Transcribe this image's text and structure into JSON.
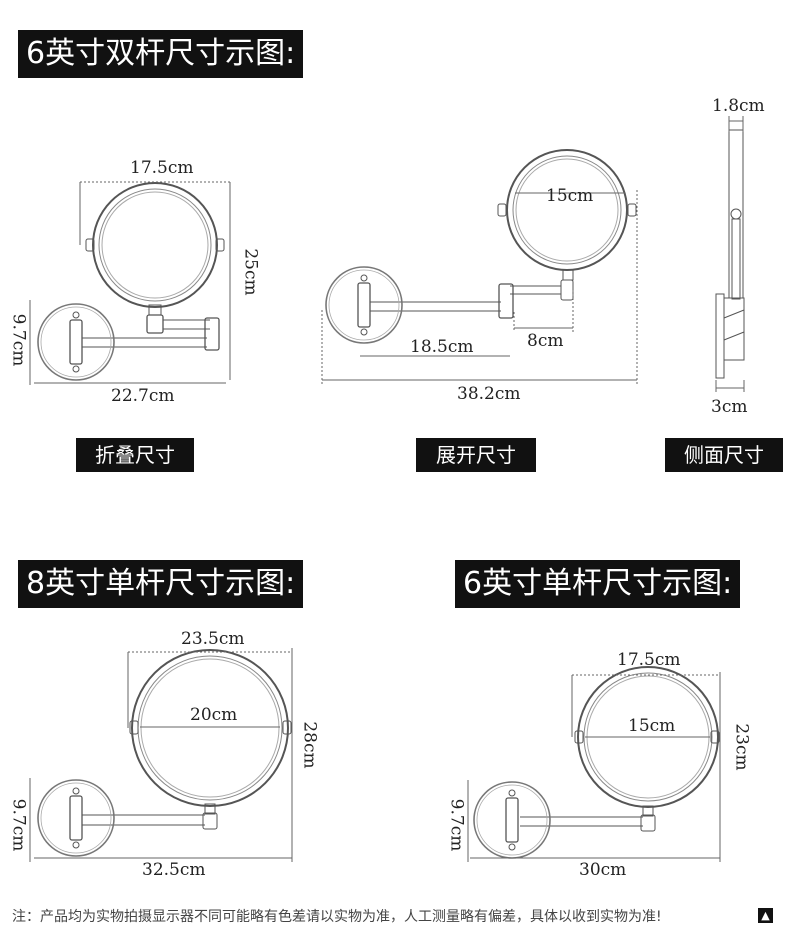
{
  "sections": {
    "six_double": {
      "title": "6英寸双杆尺寸示图:",
      "folded": {
        "tag": "折叠尺寸",
        "width": "17.5cm",
        "height": "25cm",
        "plate": "9.7cm",
        "depth": "22.7cm"
      },
      "unfolded": {
        "tag": "展开尺寸",
        "mirror": "15cm",
        "arm": "18.5cm",
        "joint": "8cm",
        "total": "38.2cm"
      },
      "side": {
        "tag": "侧面尺寸",
        "thickness": "1.8cm",
        "base": "3cm"
      }
    },
    "eight_single": {
      "title": "8英寸单杆尺寸示图:",
      "width": "23.5cm",
      "mirror": "20cm",
      "height": "28cm",
      "plate": "9.7cm",
      "total": "32.5cm"
    },
    "six_single": {
      "title": "6英寸单杆尺寸示图:",
      "width": "17.5cm",
      "mirror": "15cm",
      "height": "23cm",
      "plate": "9.7cm",
      "total": "30cm"
    }
  },
  "footer": {
    "note": "注：产品均为实物拍摄显示器不同可能略有色差请以实物为准，人工测量略有偏差，具体以收到实物为准!",
    "icon": "up-arrow-icon"
  }
}
